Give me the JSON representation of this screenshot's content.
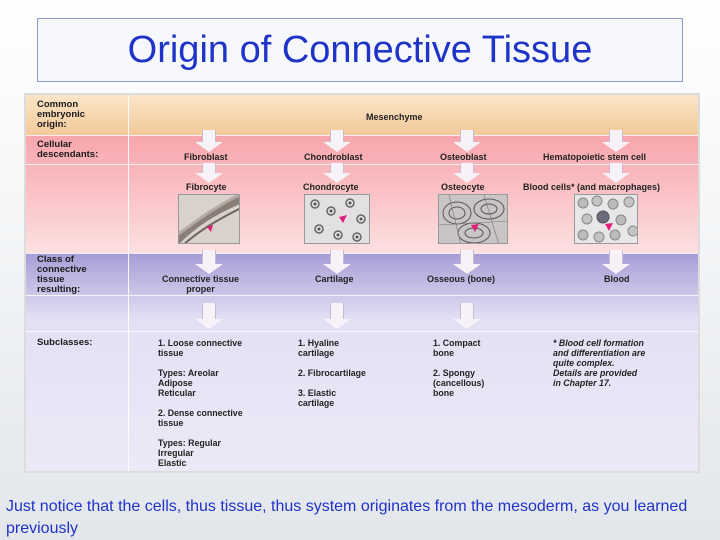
{
  "title": "Origin of Connective Tissue",
  "caption": "Just notice that the cells, thus tissue, thus system originates from the mesoderm, as you learned previously",
  "rows": {
    "origin_label": "Common\nembryonic\norigin:",
    "descendants_label": "Cellular\ndescendants:",
    "class_label": "Class of\nconnective\ntissue\nresulting:",
    "subclasses_label": "Subclasses:"
  },
  "origin": "Mesenchyme",
  "columns": [
    {
      "parent": "Fibroblast",
      "cell": "Fibrocyte",
      "tissue": "Connective tissue\nproper",
      "subclasses": "1. Loose connective\n    tissue\n\n    Types:  Areolar\n               Adipose\n               Reticular\n\n2. Dense connective\n    tissue\n\n    Types:  Regular\n               Irregular\n               Elastic"
    },
    {
      "parent": "Chondroblast",
      "cell": "Chondrocyte",
      "tissue": "Cartilage",
      "subclasses": "1. Hyaline\n    cartilage\n\n2. Fibrocartilage\n\n3. Elastic\n    cartilage"
    },
    {
      "parent": "Osteoblast",
      "cell": "Osteocyte",
      "tissue": "Osseous (bone)",
      "subclasses": "1. Compact\n    bone\n\n2. Spongy\n    (cancellous)\n    bone"
    },
    {
      "parent": "Hematopoietic stem cell",
      "cell": "Blood cells* (and macrophages)",
      "tissue": "Blood",
      "subclasses": "* Blood cell formation\n   and differentiation are\n   quite complex.\n   Details are provided\n   in Chapter 17."
    }
  ],
  "colors": {
    "title": "#1f33c8",
    "origin_band": "#f2c99a",
    "descendant_band": "#f7a5ac",
    "class_band": "#a79cd5",
    "cell_marker": "#e0207a"
  }
}
